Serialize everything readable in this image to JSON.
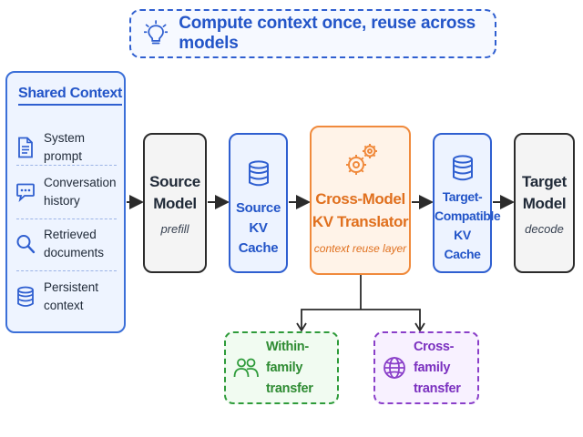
{
  "banner": {
    "text": "Compute context once, reuse across models",
    "icon": "lightbulb-icon"
  },
  "shared_context": {
    "title": "Shared Context",
    "items": [
      {
        "label_lines": [
          "System prompt"
        ],
        "icon": "document-icon"
      },
      {
        "label_lines": [
          "Conversation",
          "history"
        ],
        "icon": "chat-bubble-icon"
      },
      {
        "label_lines": [
          "Retrieved",
          "documents"
        ],
        "icon": "search-icon"
      },
      {
        "label_lines": [
          "Persistent",
          "context"
        ],
        "icon": "database-icon"
      }
    ]
  },
  "pipeline": {
    "source_model": {
      "title_lines": [
        "Source",
        "Model"
      ],
      "subtitle": "prefill"
    },
    "source_cache": {
      "title_lines": [
        "Source",
        "KV Cache"
      ],
      "icon": "database-icon"
    },
    "translator": {
      "title_lines": [
        "Cross-Model",
        "KV Translator"
      ],
      "subtitle": "context reuse layer",
      "icon": "gears-icon"
    },
    "target_cache": {
      "title_lines": [
        "Target-",
        "Compatible",
        "KV Cache"
      ],
      "icon": "database-icon"
    },
    "target_model": {
      "title_lines": [
        "Target",
        "Model"
      ],
      "subtitle": "decode"
    }
  },
  "transfers": {
    "within": {
      "label_lines": [
        "Within-family",
        "transfer"
      ],
      "icon": "people-icon"
    },
    "cross": {
      "label_lines": [
        "Cross-family",
        "transfer"
      ],
      "icon": "globe-icon"
    }
  },
  "colors": {
    "blue": "#2f5fd0",
    "orange": "#f08a3c",
    "green": "#2e9b3a",
    "purple": "#8a3fc9",
    "dark": "#2b2b2b"
  }
}
